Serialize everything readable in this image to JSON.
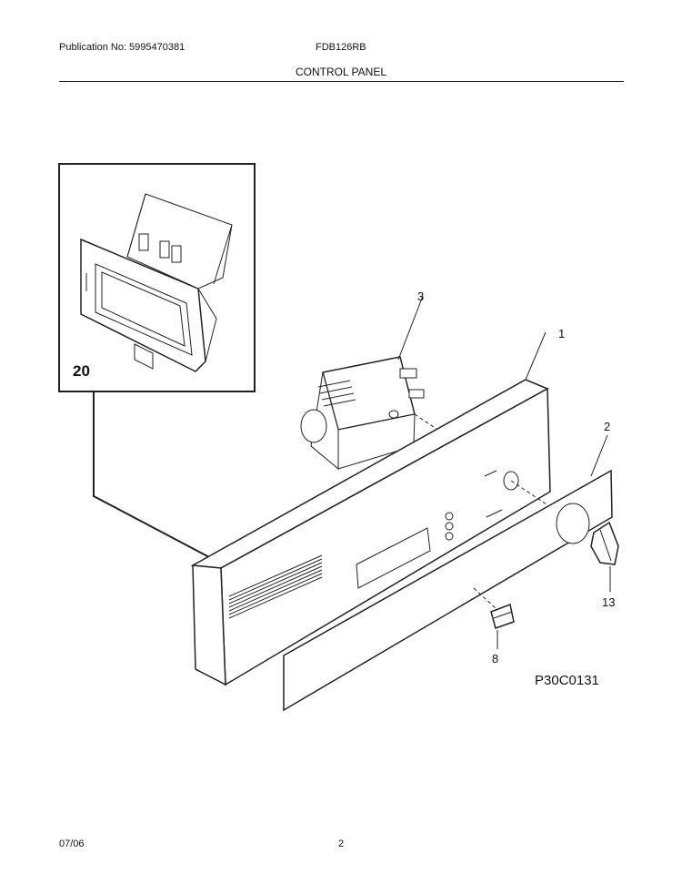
{
  "header": {
    "publication": "Publication No: 5995470381",
    "model": "FDB126RB",
    "section": "CONTROL PANEL"
  },
  "callouts": {
    "c1": "1",
    "c2": "2",
    "c3": "3",
    "c8": "8",
    "c13": "13",
    "c20": "20"
  },
  "diagram_ref": "P30C0131",
  "footer": {
    "date": "07/06",
    "page": "2"
  }
}
